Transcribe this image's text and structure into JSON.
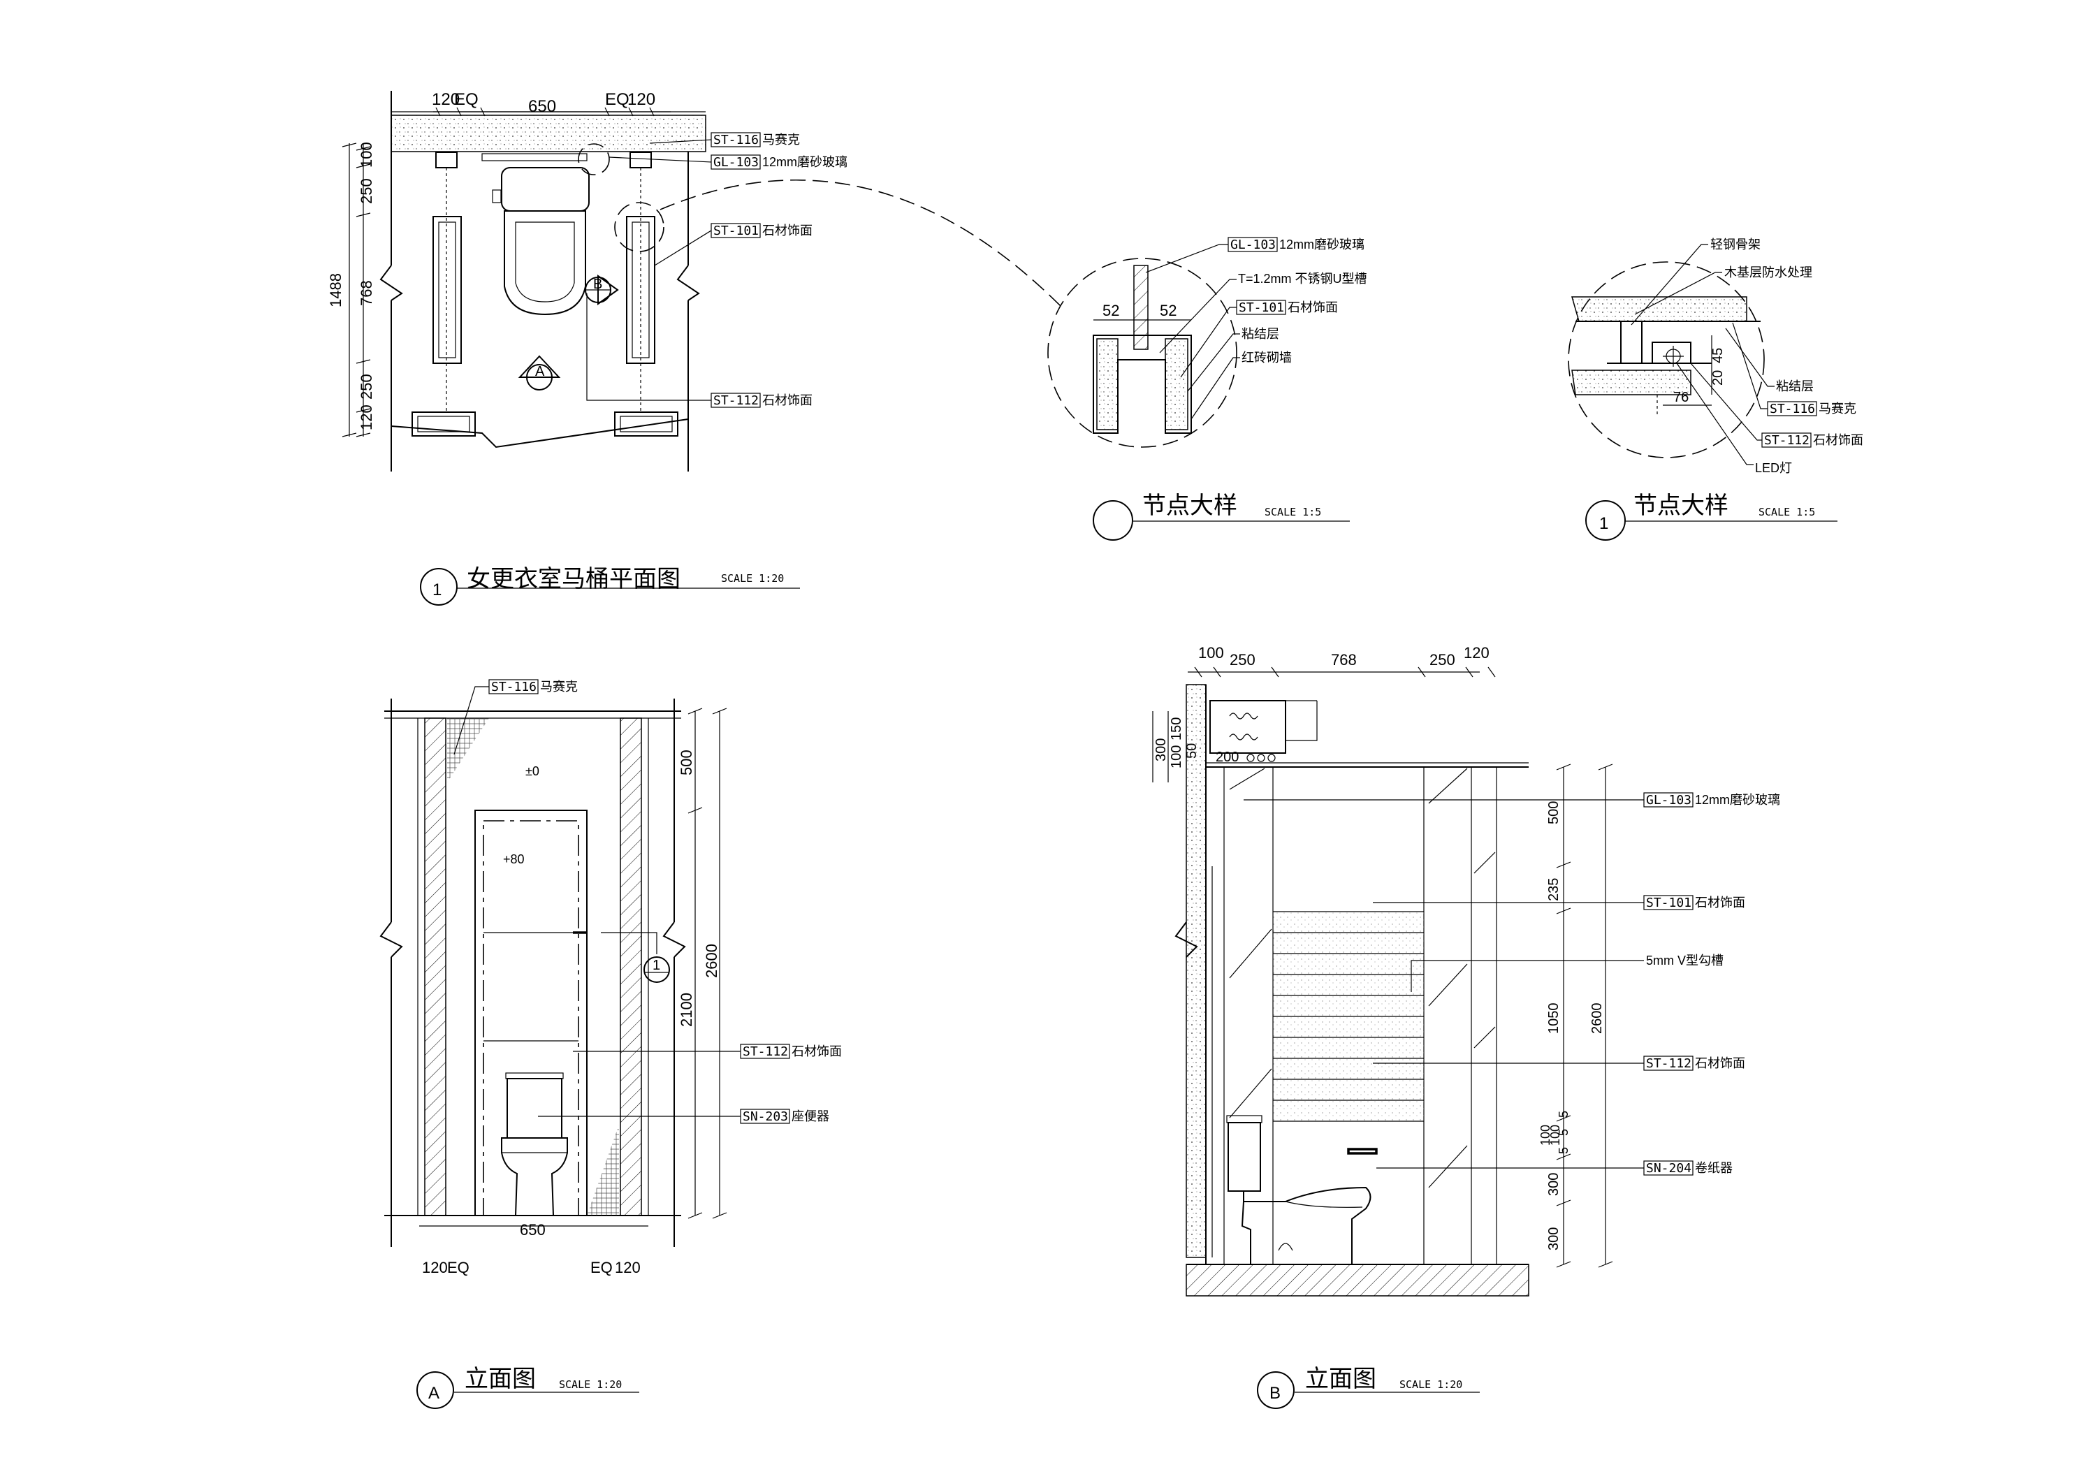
{
  "drawings": {
    "plan": {
      "number": "1",
      "title": "女更衣室马桶平面图",
      "scale": "SCALE 1:20",
      "dims_top": [
        "120",
        "EQ",
        "650",
        "EQ",
        "120"
      ],
      "dims_left": [
        "100",
        "250",
        "768",
        "250",
        "120"
      ],
      "dim_total": "1488",
      "marker_a": "A",
      "marker_b": "B",
      "callouts": [
        {
          "code": "ST-116",
          "text": "马赛克"
        },
        {
          "code": "GL-103",
          "text": "12mm磨砂玻璃"
        },
        {
          "code": "ST-101",
          "text": "石材饰面"
        },
        {
          "code": "ST-112",
          "text": "石材饰面"
        }
      ]
    },
    "detail1": {
      "title": "节点大样",
      "scale": "SCALE 1:5",
      "dims": [
        "52",
        "52"
      ],
      "callouts": [
        {
          "code": "GL-103",
          "text": "12mm磨砂玻璃"
        },
        {
          "code": "",
          "text": "T=1.2mm 不锈钢U型槽"
        },
        {
          "code": "ST-101",
          "text": "石材饰面"
        },
        {
          "code": "",
          "text": "粘结层"
        },
        {
          "code": "",
          "text": "红砖砌墙"
        }
      ]
    },
    "detail2": {
      "number": "1",
      "title": "节点大样",
      "scale": "SCALE 1:5",
      "dims": [
        "45",
        "20",
        "76"
      ],
      "callouts": [
        {
          "code": "",
          "text": "轻钢骨架"
        },
        {
          "code": "",
          "text": "木基层防水处理"
        },
        {
          "code": "",
          "text": "粘结层"
        },
        {
          "code": "ST-116",
          "text": "马赛克"
        },
        {
          "code": "ST-112",
          "text": "石材饰面"
        },
        {
          "code": "",
          "text": "LED灯"
        }
      ]
    },
    "elevA": {
      "number": "A",
      "title": "立面图",
      "scale": "SCALE 1:20",
      "level_0": "±0",
      "level_80": "+80",
      "dim_bottom": "650",
      "dims_bottom_sides": [
        "120",
        "EQ",
        "EQ",
        "120"
      ],
      "dims_right": [
        "500",
        "2100",
        "2600"
      ],
      "section_marker": "1",
      "callouts": [
        {
          "code": "ST-116",
          "text": "马赛克"
        },
        {
          "code": "ST-112",
          "text": "石材饰面"
        },
        {
          "code": "SN-203",
          "text": "座便器"
        }
      ]
    },
    "elevB": {
      "number": "B",
      "title": "立面图",
      "scale": "SCALE 1:20",
      "dims_top": [
        "100",
        "250",
        "768",
        "250",
        "120"
      ],
      "dims_left": [
        "300",
        "150",
        "100",
        "50",
        "200"
      ],
      "dims_right": [
        "500",
        "235",
        "1050",
        "5",
        "5",
        "5",
        "100",
        "100",
        "300",
        "300",
        "2600"
      ],
      "callouts": [
        {
          "code": "GL-103",
          "text": "12mm磨砂玻璃"
        },
        {
          "code": "ST-101",
          "text": "石材饰面"
        },
        {
          "code": "",
          "text": "5mm V型勾槽"
        },
        {
          "code": "ST-112",
          "text": "石材饰面"
        },
        {
          "code": "SN-204",
          "text": "卷纸器"
        }
      ]
    }
  }
}
